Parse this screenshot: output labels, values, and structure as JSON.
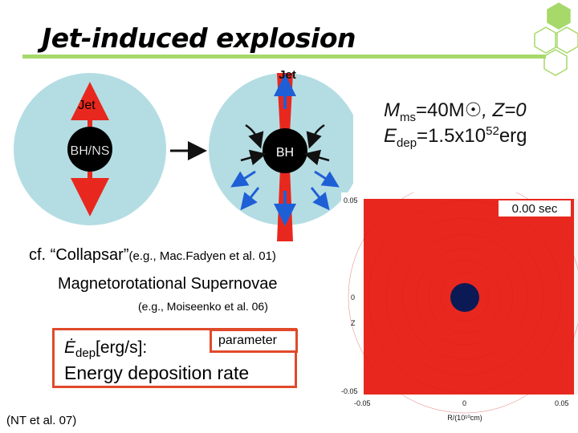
{
  "title": "Jet-induced explosion",
  "diagram": {
    "left_jet_label": "Jet",
    "left_core_label": "BH/NS",
    "right_jet_label": "Jet",
    "right_core_label": "BH"
  },
  "params": {
    "mass_symbol": "M",
    "mass_sub": "ms",
    "mass_eq": "=40M",
    "sun_symbol": "☉",
    "z_text": ", Z=0",
    "edep_symbol": "E",
    "edep_sub": "dep",
    "edep_eq": "=1.5x10",
    "edep_exp": "52",
    "edep_unit": "erg"
  },
  "text": {
    "cf_line": "cf. “Collapsar”",
    "cf_ref": "(e.g., Mac.Fadyen et al. 01)",
    "mrsn_line": "Magnetorotational Supernovae",
    "mrsn_ref": "(e.g., Moiseenko et al. 06)",
    "rate_symbol": "Ė",
    "rate_sub": "dep",
    "rate_unit": "[erg/s]:",
    "rate_desc": "Energy deposition rate",
    "parameter_label": "parameter",
    "nt_ref": "(NT et al. 07)"
  },
  "simulation": {
    "time_label": "0.00 sec",
    "y_axis_label": "Z",
    "x_axis_label": "R/(10¹⁰cm)",
    "y_ticks": [
      "0.05",
      "0",
      "-0.05"
    ],
    "x_ticks": [
      "-0.05",
      "0",
      "0.05"
    ],
    "bg_color": "#e8281e",
    "core_color": "#0b1a55"
  },
  "colors": {
    "accent_green": "#a6d96a",
    "star_fill": "#b4dde3",
    "jet_red": "#e8281e",
    "arrow_blue": "#1f5fd6",
    "box_red": "#e04a2a"
  }
}
